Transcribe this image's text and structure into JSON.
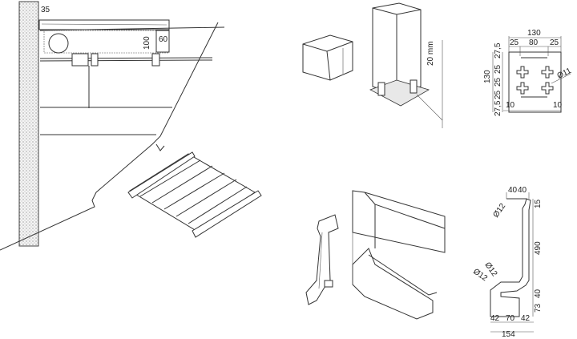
{
  "installation_view": {
    "dims": {
      "wall_offset": "35",
      "box_height": "100",
      "box_width": "60"
    }
  },
  "post_view": {
    "dims": {
      "gap": "20 mm"
    }
  },
  "base_plate": {
    "dims": {
      "width_total": "130",
      "left_margin": "25",
      "center": "80",
      "right_margin": "25",
      "height_total": "130",
      "top_margin": "27,5",
      "spacing_1": "25",
      "spacing_2": "25",
      "spacing_3": "25",
      "bottom_margin": "27,5",
      "hole_dia": "Ø11",
      "edge_left": "10",
      "edge_right": "10"
    }
  },
  "bracket": {
    "dims": {
      "top_left": "40",
      "top_right": "40",
      "hole_top": "Ø12",
      "top_offset": "15",
      "height": "490",
      "hole_mid": "Ø12",
      "hole_low": "Ø12",
      "lower_step": "40",
      "base_height": "73",
      "bottom_left": "42",
      "bottom_center": "70",
      "bottom_right": "42",
      "bottom_total": "154"
    }
  }
}
